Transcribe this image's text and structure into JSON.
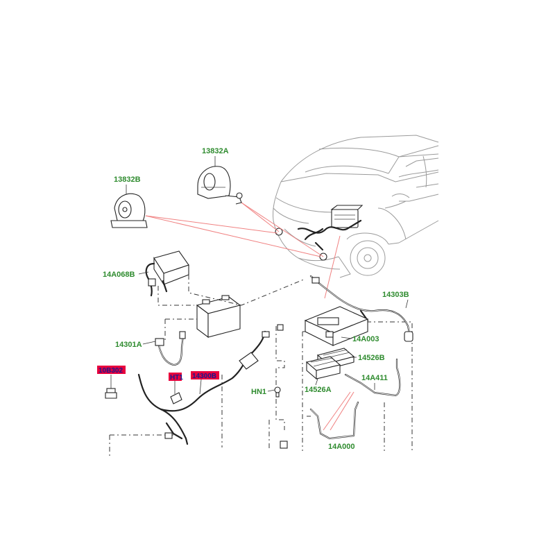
{
  "colors": {
    "label_text": "#2e8b2e",
    "leader_line": "#f08080",
    "highlight_fill": "#e8003d",
    "highlight_text": "#1a1a8c"
  },
  "labels": {
    "horn_right": "13832A",
    "horn_left": "13832B",
    "module": "14A068B",
    "positive_cable": "14303B",
    "harness_left": "14301A",
    "battery_junction_box": "14A003",
    "fuse_block_b": "14526B",
    "fuse_block_a": "14526A",
    "cable_14a411": "14A411",
    "nut": "HN1",
    "bottom_cut": "14A000"
  },
  "highlighted_labels": {
    "battery_clamp": "10B302",
    "terminal": "HT1",
    "ground_harness": "14300B"
  }
}
